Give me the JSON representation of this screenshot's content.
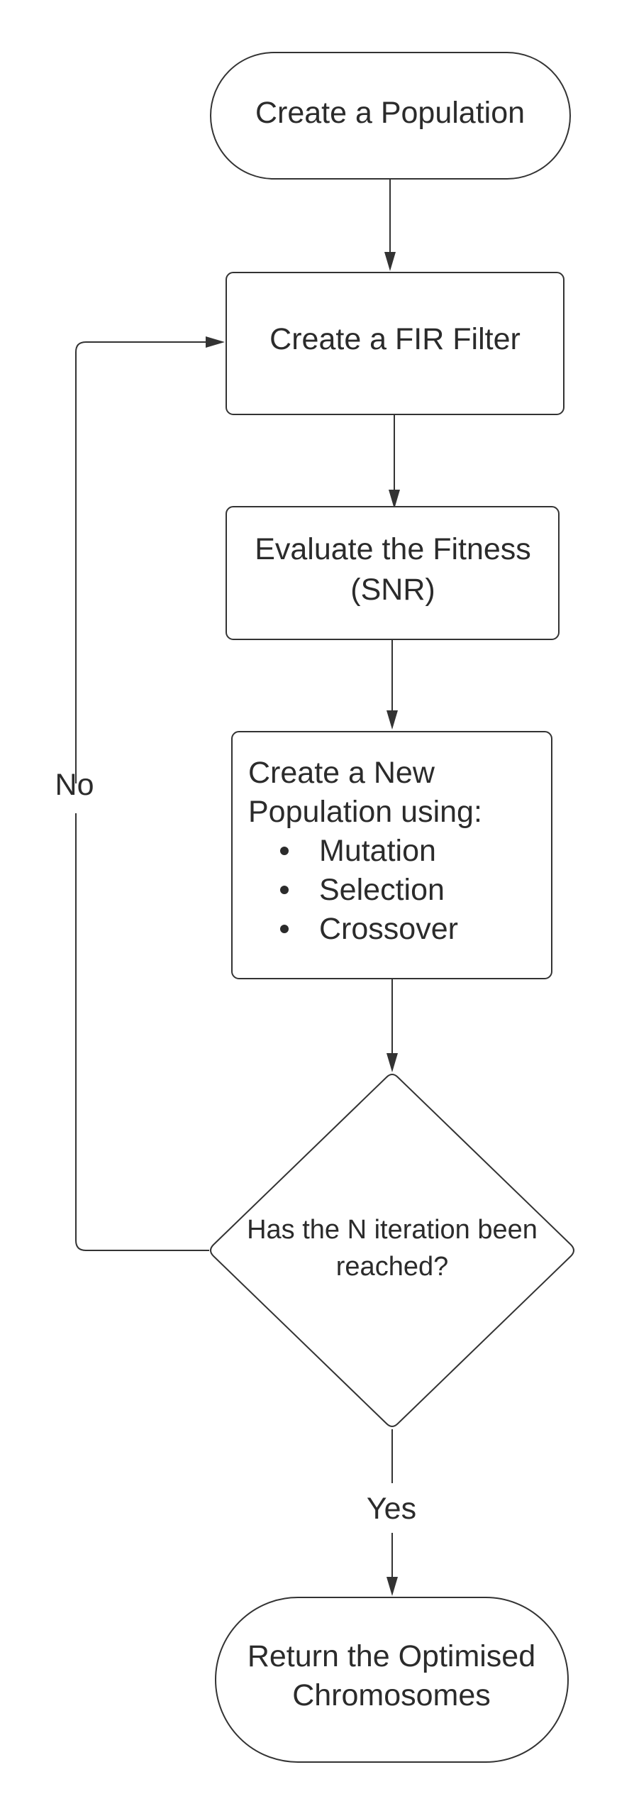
{
  "nodes": {
    "start": {
      "label": "Create a Population"
    },
    "fir_filter": {
      "label": "Create a FIR Filter"
    },
    "evaluate": {
      "line1": "Evaluate the Fitness",
      "line2": "(SNR)"
    },
    "new_population": {
      "line1": "Create a New",
      "line2": "Population using:",
      "bullets": [
        "Mutation",
        "Selection",
        "Crossover"
      ]
    },
    "decision": {
      "line1": "Has the N iteration been",
      "line2": "reached?"
    },
    "end": {
      "line1": "Return the Optimised",
      "line2": "Chromosomes"
    }
  },
  "edges": {
    "no_label": "No",
    "yes_label": "Yes"
  }
}
